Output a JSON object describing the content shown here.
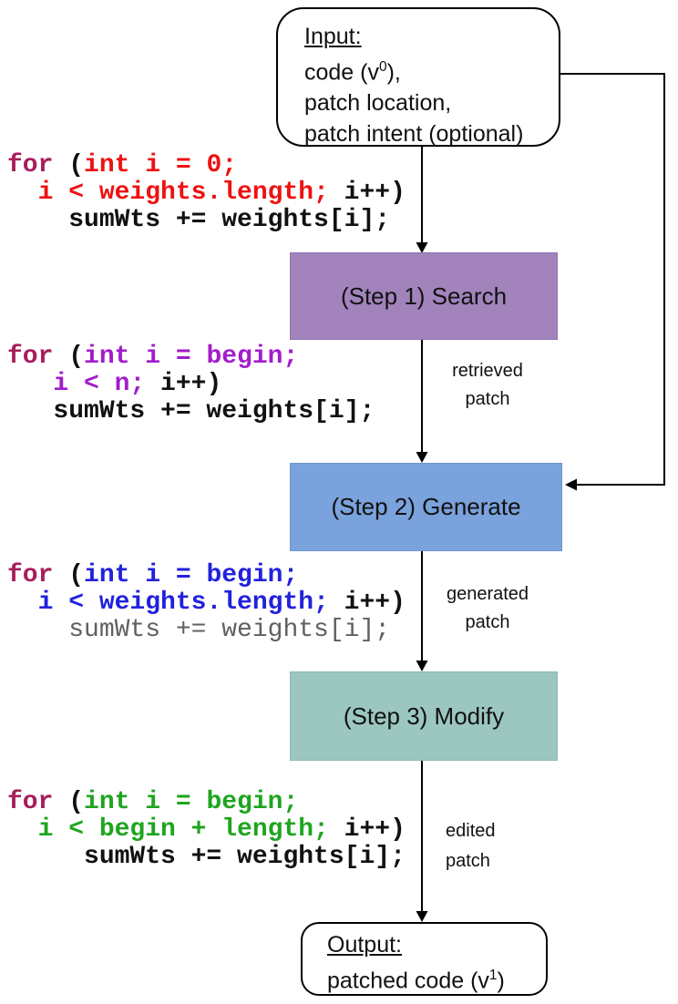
{
  "colors": {
    "keyword": "#a71d5d",
    "red": "#ee1111",
    "purple": "#a21ccb",
    "blue": "#2121dd",
    "green": "#1ea51e",
    "plain": "#111111",
    "dim": "#606060",
    "step1_fill": "#a283bc",
    "step2_fill": "#7aa2dc",
    "step3_fill": "#9bc7c0"
  },
  "input_box": {
    "title": "Input:",
    "line1_pre": "code (v",
    "line1_sup": "0",
    "line1_post": "),",
    "line2": "patch location,",
    "line3": "patch intent (optional)"
  },
  "steps": [
    {
      "label": "(Step 1) Search"
    },
    {
      "label": "(Step 2) Generate"
    },
    {
      "label": "(Step 3) Modify"
    }
  ],
  "arrow_labels": [
    {
      "line1": "retrieved",
      "line2": "patch"
    },
    {
      "line1": "generated",
      "line2": "patch"
    },
    {
      "line1": "edited",
      "line2": "patch"
    }
  ],
  "output_box": {
    "title": "Output:",
    "line_pre": "patched code (v",
    "line_sup": "1",
    "line_post": ")"
  },
  "code_snippets": [
    {
      "name": "original-code",
      "lines": [
        [
          {
            "t": "for ",
            "c": "keyword"
          },
          {
            "t": "(",
            "c": "plain"
          },
          {
            "t": "int i = 0;",
            "c": "red"
          }
        ],
        [
          {
            "t": "  ",
            "c": "plain"
          },
          {
            "t": "i < weights.length;",
            "c": "red"
          },
          {
            "t": " i++)",
            "c": "plain"
          }
        ],
        [
          {
            "t": "    sumWts += weights[i];",
            "c": "plain"
          }
        ]
      ]
    },
    {
      "name": "retrieved-patch-code",
      "lines": [
        [
          {
            "t": "for ",
            "c": "keyword"
          },
          {
            "t": "(",
            "c": "plain"
          },
          {
            "t": "int i = begin;",
            "c": "purple"
          }
        ],
        [
          {
            "t": "   ",
            "c": "plain"
          },
          {
            "t": "i < n;",
            "c": "purple"
          },
          {
            "t": " i++)",
            "c": "plain"
          }
        ],
        [
          {
            "t": "   sumWts += weights[i];",
            "c": "plain"
          }
        ]
      ]
    },
    {
      "name": "generated-patch-code",
      "lines": [
        [
          {
            "t": "for ",
            "c": "keyword"
          },
          {
            "t": "(",
            "c": "plain"
          },
          {
            "t": "int i = begin;",
            "c": "blue"
          }
        ],
        [
          {
            "t": "  ",
            "c": "plain"
          },
          {
            "t": "i < weights.length;",
            "c": "blue"
          },
          {
            "t": " i++)",
            "c": "plain"
          }
        ],
        [
          {
            "t": "    sumWts += weights[i];",
            "c": "dim"
          }
        ]
      ]
    },
    {
      "name": "edited-patch-code",
      "lines": [
        [
          {
            "t": "for ",
            "c": "keyword"
          },
          {
            "t": "(",
            "c": "plain"
          },
          {
            "t": "int i = begin;",
            "c": "green"
          }
        ],
        [
          {
            "t": "  ",
            "c": "plain"
          },
          {
            "t": "i < begin + length;",
            "c": "green"
          },
          {
            "t": " i++)",
            "c": "plain"
          }
        ],
        [
          {
            "t": "     sumWts += weights[i];",
            "c": "plain"
          }
        ]
      ]
    }
  ]
}
